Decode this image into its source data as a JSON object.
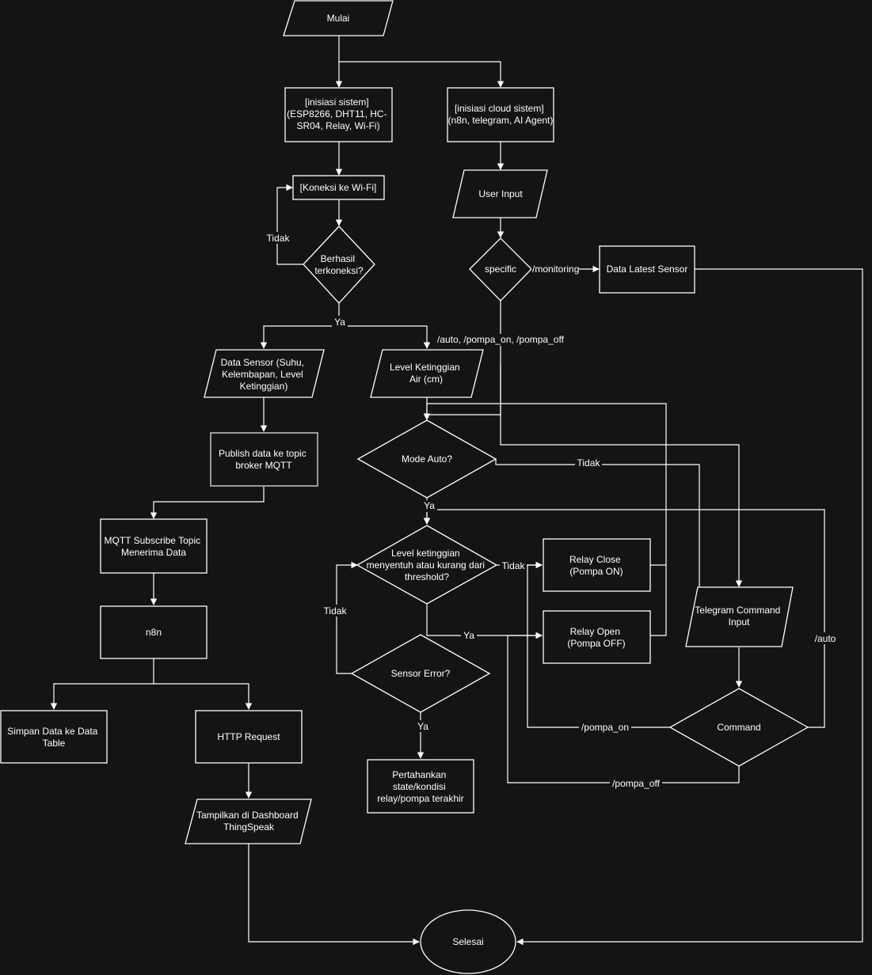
{
  "nodes": {
    "mulai": "Mulai",
    "init_sys": [
      "[inisiasi sistem]",
      "(ESP8266, DHT11, HC-",
      "SR04, Relay, Wi-Fi)"
    ],
    "init_cloud": [
      "[inisiasi cloud sistem]",
      "(n8n, telegram, AI Agent)"
    ],
    "wifi": "[Koneksi ke Wi-Fi]",
    "berhasil": [
      "Berhasil",
      "terkoneksi?"
    ],
    "user_input": "User Input",
    "specific": "specific",
    "latest": "Data Latest Sensor",
    "data_sensor": [
      "Data Sensor (Suhu,",
      "Kelembapan, Level",
      "Ketinggian)"
    ],
    "level_air": [
      "Level Ketinggian",
      "Air (cm)"
    ],
    "publish": [
      "Publish data ke topic",
      "broker MQTT"
    ],
    "mode_auto": "Mode Auto?",
    "mqtt_sub": [
      "MQTT Subscribe Topic",
      "Menerima Data"
    ],
    "threshold": [
      "Level ketinggian",
      "menyentuh atau kurang dari",
      "threshold?"
    ],
    "relay_close": [
      "Relay Close",
      "(Pompa ON)"
    ],
    "relay_open": [
      "Relay Open",
      "(Pompa OFF)"
    ],
    "telegram": [
      "Telegram Command",
      "Input"
    ],
    "n8n": "n8n",
    "sensor_error": "Sensor Error?",
    "command": "Command",
    "simpan": [
      "Simpan Data ke Data",
      "Table"
    ],
    "http": "HTTP Request",
    "pertahankan": [
      "Pertahankan",
      "state/kondisi",
      "relay/pompa terakhir"
    ],
    "tampilkan": [
      "Tampilkan di Dashboard",
      "ThingSpeak"
    ],
    "selesai": "Selesai"
  },
  "edge_labels": {
    "tidak_wifi": "Tidak",
    "ya_wifi": "Ya",
    "monitoring": "/monitoring",
    "auto_cmds": "/auto, /pompa_on, /pompa_off",
    "tidak_mode": "Tidak",
    "ya_mode": "Ya",
    "tidak_threshold": "Tidak",
    "ya_threshold": "Ya",
    "tidak_error": "Tidak",
    "ya_error": "Ya",
    "auto": "/auto",
    "pompa_on": "/pompa_on",
    "pompa_off": "/pompa_off"
  }
}
